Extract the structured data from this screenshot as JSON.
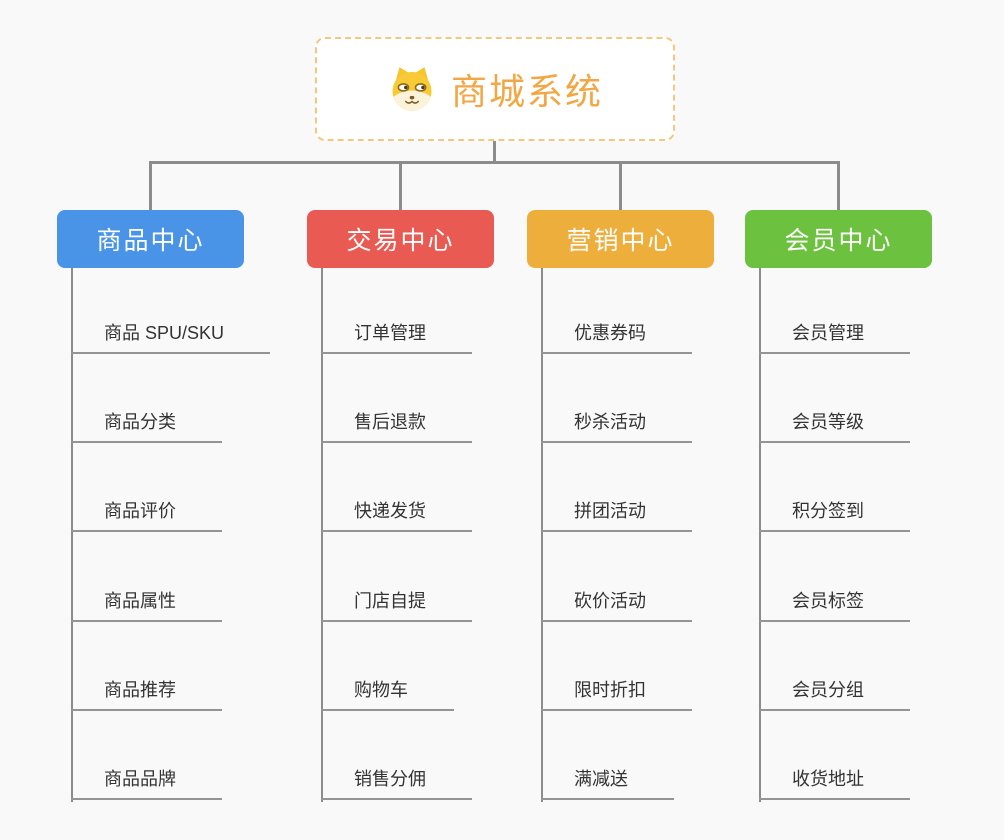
{
  "root": {
    "title": "商城系统",
    "icon": "dog-face-icon"
  },
  "branches": [
    {
      "label": "商品中心",
      "color": "#4a94e8",
      "items": [
        "商品 SPU/SKU",
        "商品分类",
        "商品评价",
        "商品属性",
        "商品推荐",
        "商品品牌"
      ]
    },
    {
      "label": "交易中心",
      "color": "#e85a52",
      "items": [
        "订单管理",
        "售后退款",
        "快递发货",
        "门店自提",
        "购物车",
        "销售分佣"
      ]
    },
    {
      "label": "营销中心",
      "color": "#eeae3b",
      "items": [
        "优惠券码",
        "秒杀活动",
        "拼团活动",
        "砍价活动",
        "限时折扣",
        "满减送"
      ]
    },
    {
      "label": "会员中心",
      "color": "#6cc13f",
      "items": [
        "会员管理",
        "会员等级",
        "积分签到",
        "会员标签",
        "会员分组",
        "收货地址"
      ]
    }
  ],
  "colors": {
    "background": "#f9f9f9",
    "connector": "#8c8c8c",
    "item_text": "#333333",
    "item_line": "#949494",
    "root_border": "#f3c87e",
    "root_title": "#f2a744",
    "node_text": "#ffffff"
  }
}
